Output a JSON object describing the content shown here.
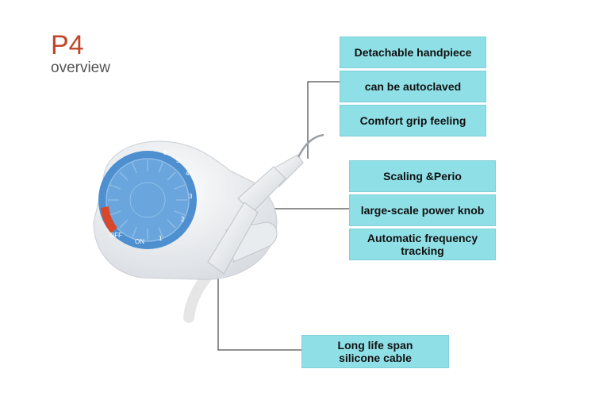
{
  "header": {
    "title": "P4",
    "subtitle": "overview"
  },
  "labels": {
    "detachable": "Detachable handpiece",
    "autoclaved": "can be autoclaved",
    "grip": "Comfort grip feeling",
    "scaling": "Scaling &Perio",
    "power_knob": "large-scale power knob",
    "frequency": "Automatic frequency tracking",
    "cable": "Long life span silicone cable"
  },
  "device": {
    "knob_numbers": [
      "1",
      "2",
      "3",
      "4",
      "5",
      "6"
    ],
    "off_label": "OFF",
    "on_label": "ON",
    "colors": {
      "knob": "#6aa6dd",
      "ring": "#4e8fcf",
      "body": "#f2f3f5",
      "accent": "#d9472b"
    }
  }
}
